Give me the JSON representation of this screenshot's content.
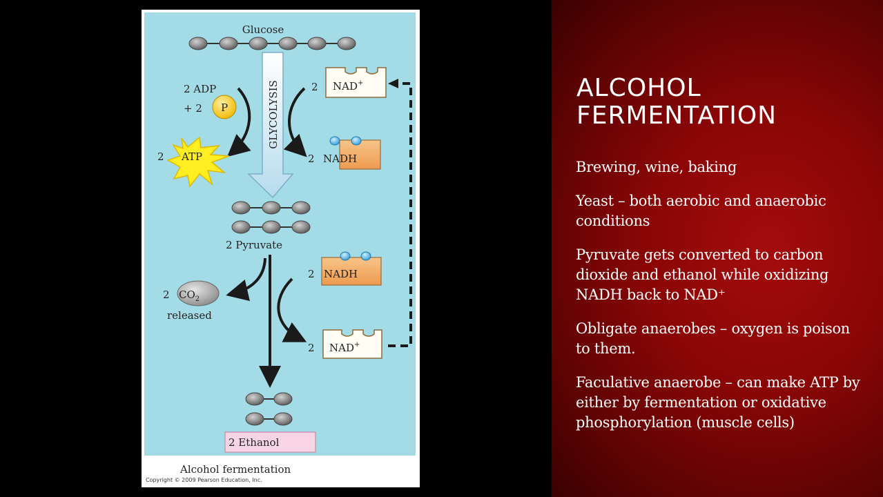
{
  "slide": {
    "title": "ALCOHOL FERMENTATION",
    "bullets": [
      "Brewing, wine, baking",
      "Yeast – both aerobic and anaerobic conditions",
      "Pyruvate gets converted to carbon dioxide and ethanol while oxidizing NADH back to NAD⁺",
      "Obligate anaerobes – oxygen is poison to them.",
      "Faculative anaerobe – can make ATP by either by fermentation or oxidative phosphorylation (muscle cells)"
    ]
  },
  "diagram": {
    "glucose_label": "Glucose",
    "glycolysis_label": "GLYCOLYSIS",
    "adp_label": "2 ADP",
    "plus_label": "+  2",
    "phosphate_label": "P",
    "atp_count": "2",
    "atp_label": "ATP",
    "nad_top_count": "2",
    "nad_label": "NAD",
    "nad_superscript": "+",
    "nadh_top_count": "2",
    "nadh_label": "NADH",
    "pyruvate_label": "2 Pyruvate",
    "nadh_mid_count": "2",
    "co2_count": "2",
    "co2_label": "CO",
    "co2_subscript": "2",
    "released_label": "released",
    "nad_bottom_count": "2",
    "ethanol_label": "2 Ethanol",
    "caption": "Alcohol fermentation",
    "copyright": "Copyright © 2009 Pearson Education, Inc."
  },
  "colors": {
    "diagram_background": "#a3dce6",
    "molecule_fill": "#8a8a8a",
    "nadh_fill": "#f2a862",
    "atp_fill": "#ffee22",
    "phosphate_fill": "#ffd23a",
    "ethanol_box_fill": "#f9d4e4",
    "panel_red": "#8a0606"
  }
}
